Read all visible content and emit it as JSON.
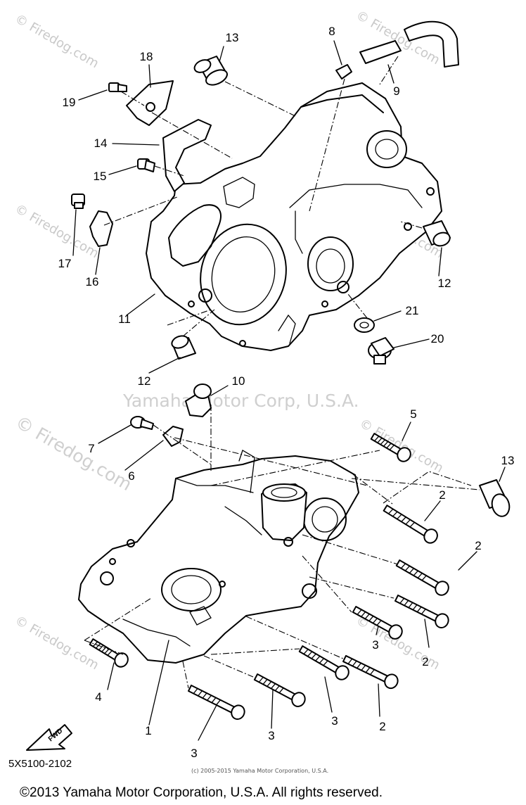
{
  "watermarks": {
    "firedog": "© Firedog.com",
    "yamaha_center": "Yamaha Motor Corp, U.S.A.",
    "fine_print": "(c) 2005-2015 Yamaha Motor Corporation, U.S.A."
  },
  "diagram_code": "5X5100-2102",
  "fwd_label": "FWD",
  "footer_copyright": "©2013 Yamaha Motor Corporation, U.S.A. All rights reserved.",
  "callouts": {
    "c1": "1",
    "c2a": "2",
    "c2b": "2",
    "c2c": "2",
    "c2d": "2",
    "c3a": "3",
    "c3b": "3",
    "c3c": "3",
    "c3d": "3",
    "c4": "4",
    "c5": "5",
    "c6": "6",
    "c7": "7",
    "c8": "8",
    "c9": "9",
    "c10": "10",
    "c11": "11",
    "c12a": "12",
    "c12b": "12",
    "c13a": "13",
    "c13b": "13",
    "c14": "14",
    "c15": "15",
    "c16": "16",
    "c17": "17",
    "c18": "18",
    "c19": "19",
    "c20": "20",
    "c21": "21"
  }
}
